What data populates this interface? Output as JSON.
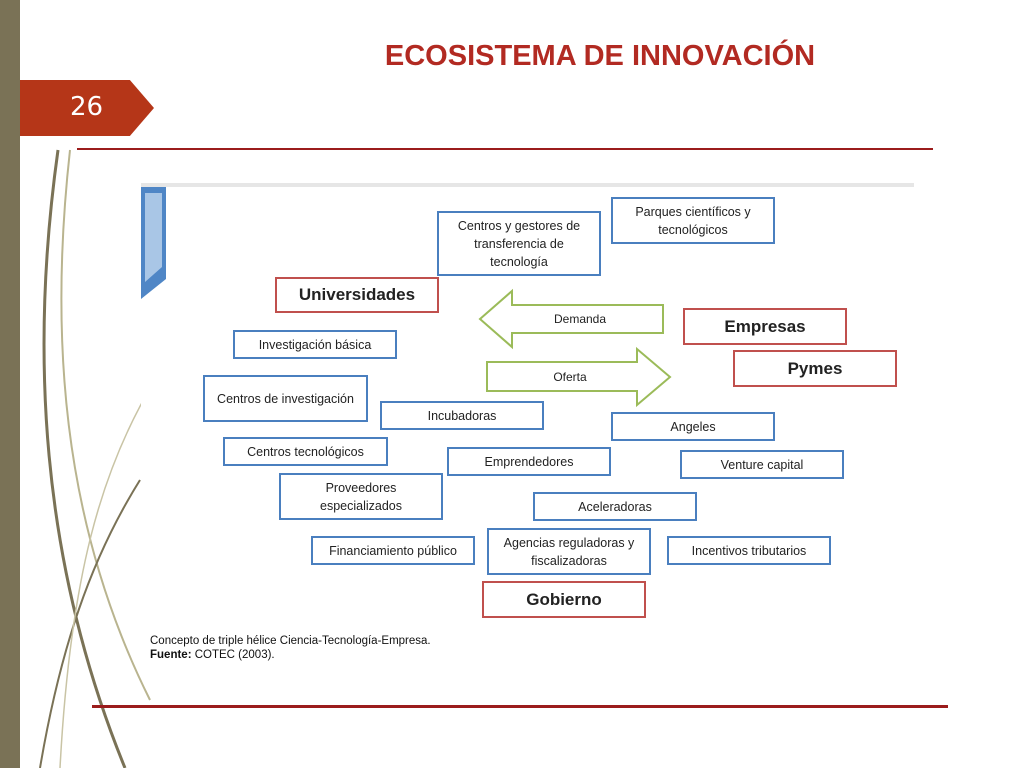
{
  "slide": {
    "title": "ECOSISTEMA DE INNOVACIÓN",
    "number": "26",
    "accent": "#b22a22",
    "sidebar_color": "#7a7256"
  },
  "diagram": {
    "nodes": {
      "centros_gestores": "Centros y gestores de transferencia de tecnología",
      "parques": "Parques científicos y tecnológicos",
      "universidades": "Universidades",
      "empresas": "Empresas",
      "pymes": "Pymes",
      "investigacion_basica": "Investigación básica",
      "centros_investigacion": "Centros de investigación",
      "incubadoras": "Incubadoras",
      "angeles": "Angeles",
      "centros_tecnologicos": "Centros tecnológicos",
      "emprendedores": "Emprendedores",
      "venture_capital": "Venture capital",
      "proveedores": "Proveedores especializados",
      "aceleradoras": "Aceleradoras",
      "financiamiento": "Financiamiento público",
      "agencias": "Agencias reguladoras y fiscalizadoras",
      "incentivos": "Incentivos tributarios",
      "gobierno": "Gobierno"
    },
    "arrows": {
      "demanda": "Demanda",
      "oferta": "Oferta"
    },
    "colors": {
      "node_border": "#4a7fbf",
      "actor_border": "#c0504d",
      "arrow_border": "#9bbb59"
    }
  },
  "caption": {
    "line1": "Concepto de triple hélice Ciencia-Tecnología-Empresa.",
    "fuente_label": "Fuente:",
    "fuente_text": "COTEC (2003)."
  }
}
